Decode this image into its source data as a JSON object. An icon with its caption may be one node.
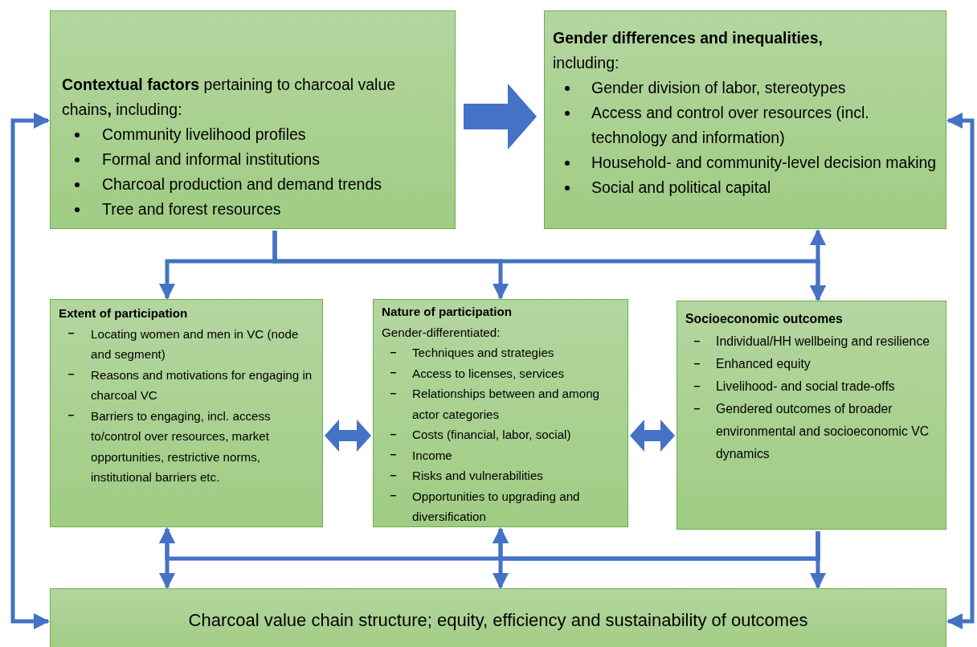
{
  "diagram": {
    "nodes": [
      {
        "text": [
          "**Contextual factors** pertaining to charcoal value chains**,** including:",
          "Community livelihood profiles",
          "Formal and informal institutions",
          "Charcoal production and demand trends",
          "Tree and forest resources"
        ]
      },
      {
        "text": [
          "Gender differences and inequalities,",
          "including:",
          "Gender division of labor, stereotypes",
          "Access and control over resources (incl. technology and information)",
          "Household- and community-level decision making",
          "Social and political capital"
        ]
      },
      {
        "text": [
          "Extent of participation",
          "Locating women and men in VC (node and segment)",
          "Reasons and motivations for engaging in charcoal VC",
          "Barriers to engaging, incl. access to/control over resources, market opportunities, restrictive norms, institutional barriers etc."
        ]
      },
      {
        "text": [
          "Nature of participation",
          "Gender-differentiated:",
          "Techniques and strategies",
          "Access to licenses, services",
          "Relationships between and among actor categories",
          "Costs (financial, labor, social)",
          "Income",
          "Risks and vulnerabilities",
          "Opportunities to upgrading and diversification"
        ]
      },
      {
        "text": [
          "Socioeconomic outcomes",
          "Individual/HH wellbeing and resilience",
          "Enhanced equity",
          "Livelihood- and social trade-offs",
          "Gendered outcomes of broader environmental and socioeconomic VC dynamics"
        ]
      },
      {
        "text": [
          "Charcoal value chain structure; equity, efficiency and sustainability of outcomes"
        ]
      }
    ],
    "edges": [
      {
        "from": 0,
        "to": 1,
        "arrow": "to",
        "style": "thick"
      },
      {
        "from": 0,
        "to": 2,
        "arrow": "to"
      },
      {
        "from": 0,
        "to": 3,
        "arrow": "to"
      },
      {
        "from": 0,
        "to": 4,
        "arrow": "to"
      },
      {
        "from": 1,
        "to": 4,
        "arrow": "both"
      },
      {
        "from": 2,
        "to": 3,
        "arrow": "both",
        "style": "thick"
      },
      {
        "from": 3,
        "to": 4,
        "arrow": "both",
        "style": "thick"
      },
      {
        "from": 4,
        "to": 5,
        "arrow": "to"
      },
      {
        "from": 4,
        "to": 2,
        "arrow": "to"
      },
      {
        "from": 4,
        "to": 3,
        "arrow": "to"
      },
      {
        "from": 2,
        "to": 5,
        "arrow": "both"
      },
      {
        "from": 3,
        "to": 5,
        "arrow": "both"
      },
      {
        "from": 0,
        "to": 5,
        "arrow": "both"
      },
      {
        "from": 1,
        "to": 5,
        "arrow": "both"
      }
    ]
  }
}
